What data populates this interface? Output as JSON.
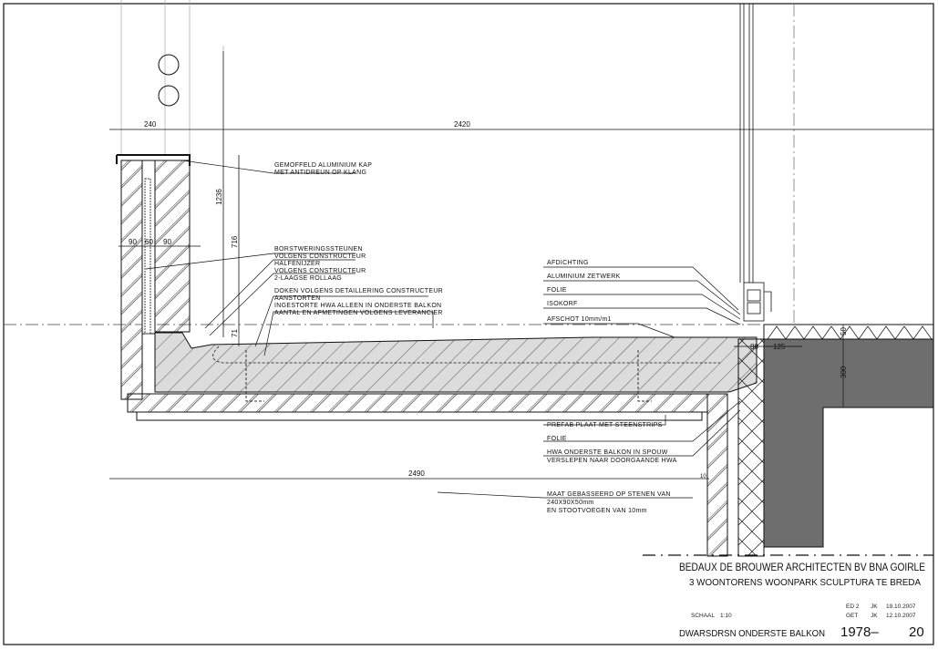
{
  "drawing": {
    "dimensions": {
      "parapet_width": "240",
      "balcony_depth": "2420",
      "parapet_height": "1236",
      "rail_height": "716",
      "step": "71",
      "wall_layers": [
        "90",
        "60",
        "90"
      ],
      "overall_depth": "2490",
      "right_80": "80",
      "right_125": "125",
      "right_50": "50",
      "right_300": "300",
      "small_10": "10"
    },
    "annotations_left": [
      [
        "GEMOFFELD ALUMINIUM KAP",
        "MET ANTIDREUN OP KLANG"
      ],
      [
        "BORSTWERINGSSTEUNEN",
        "VOLGENS CONSTRUCTEUR"
      ],
      [
        "HALFENIJZER",
        "VOLGENS CONSTRUCTEUR"
      ],
      [
        "2-LAAGSE ROLLAAG"
      ],
      [
        "DOKEN VOLGENS DETAILLERING CONSTRUCTEUR",
        "AANSTORTEN"
      ],
      [
        "INGESTORTE HWA ALLEEN IN ONDERSTE BALKON",
        "AANTAL EN AFMETINGEN VOLGENS LEVERANCIER"
      ]
    ],
    "annotations_right": [
      "AFDICHTING",
      "ALUMINIUM ZETWERK",
      "FOLIE",
      "ISOKORF",
      "AFSCHOT 10mm/m1"
    ],
    "annotations_bottom": [
      [
        "PREFAB PLAAT MET STEENSTRIPS"
      ],
      [
        "FOLIE"
      ],
      [
        "HWA ONDERSTE BALKON IN SPOUW",
        "VERSLEPEN NAAR DOORGAANDE HWA"
      ],
      [
        "MAAT GEBASSEERD OP STENEN VAN",
        "240X90X50mm",
        "EN STOOTVOEGEN VAN 10mm"
      ]
    ],
    "colors": {
      "concrete": "#6e6e6e",
      "slab": "#dcdcdc",
      "line": "#111111"
    }
  },
  "title_block": {
    "firm": "BEDAUX DE BROUWER ARCHITECTEN BV BNA  GOIRLE",
    "project": "3 WOONTORENS WOONPARK SCULPTURA TE BREDA",
    "revisions": [
      {
        "code": "ED 2",
        "by": "JK",
        "date": "19.10.2007"
      },
      {
        "code": "GET",
        "by": "JK",
        "date": "12.10.2007"
      }
    ],
    "scale_label": "SCHAAL",
    "scale_value": "1:10",
    "sheet_title": "DWARSDRSN ONDERSTE BALKON",
    "project_number": "1978–",
    "sheet_number": "20"
  }
}
